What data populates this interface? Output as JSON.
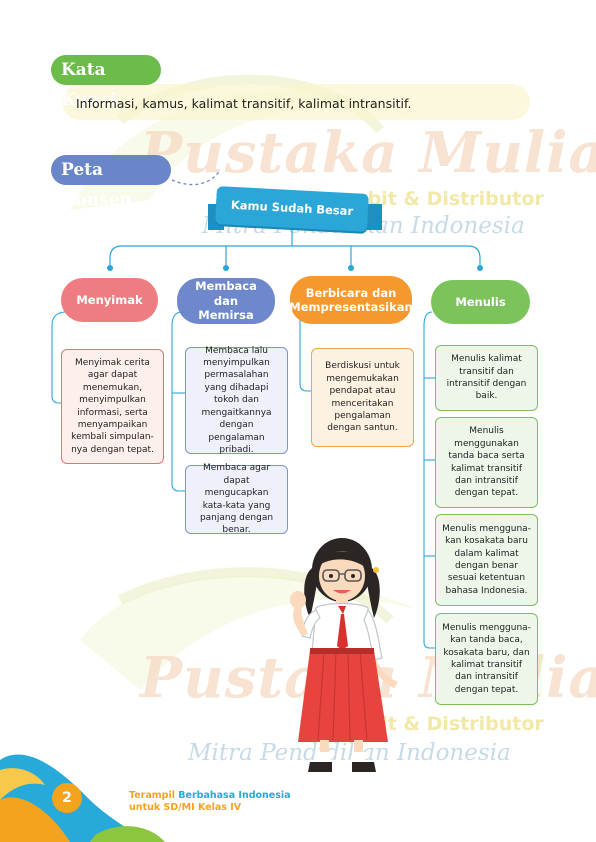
{
  "watermark": {
    "brand": "Pustaka Mulia",
    "line1": "Penerbit & Distributor",
    "line2": "Mitra Pendidikan Indonesia"
  },
  "kata_kunci": {
    "heading": "Kata Kunci",
    "text": "Informasi, kamus, kalimat transitif, kalimat intransitif."
  },
  "peta_konsep": {
    "heading": "Peta Konsep",
    "root": "Kamu Sudah Besar",
    "categories": [
      {
        "label": "Menyimak",
        "color": "#ee7c80",
        "items": [
          "Menyimak cerita agar dapat menemukan, menyimpulkan informasi, serta menyampaikan kembali simpulan-nya dengan tepat."
        ]
      },
      {
        "label": "Membaca dan Memirsa",
        "color": "#6f88cc",
        "items": [
          "Membaca lalu menyimpulkan permasalahan yang dihadapi tokoh dan mengaitkannya dengan pengalaman pribadi.",
          "Membaca agar dapat mengucapkan kata-kata yang panjang dengan benar."
        ]
      },
      {
        "label": "Berbicara dan Mempresentasikan",
        "color": "#f5992f",
        "items": [
          "Berdiskusi untuk mengemukakan pendapat atau menceritakan pengalaman dengan santun."
        ]
      },
      {
        "label": "Menulis",
        "color": "#7cc35c",
        "items": [
          "Menulis kalimat transitif dan intransitif dengan baik.",
          "Menulis menggunakan tanda baca serta kalimat transitif dan intransitif dengan tepat.",
          "Menulis mengguna-kan kosakata baru dalam kalimat dengan benar sesuai ketentuan bahasa Indonesia.",
          "Menulis mengguna-kan tanda baca, kosakata baru, dan kalimat transitif dan intransitif dengan tepat."
        ]
      }
    ]
  },
  "footer": {
    "page_number": "2",
    "title_part1": "Terampil ",
    "title_part2": "Berbahasa Indonesia",
    "subtitle": "untuk SD/MI Kelas IV"
  }
}
